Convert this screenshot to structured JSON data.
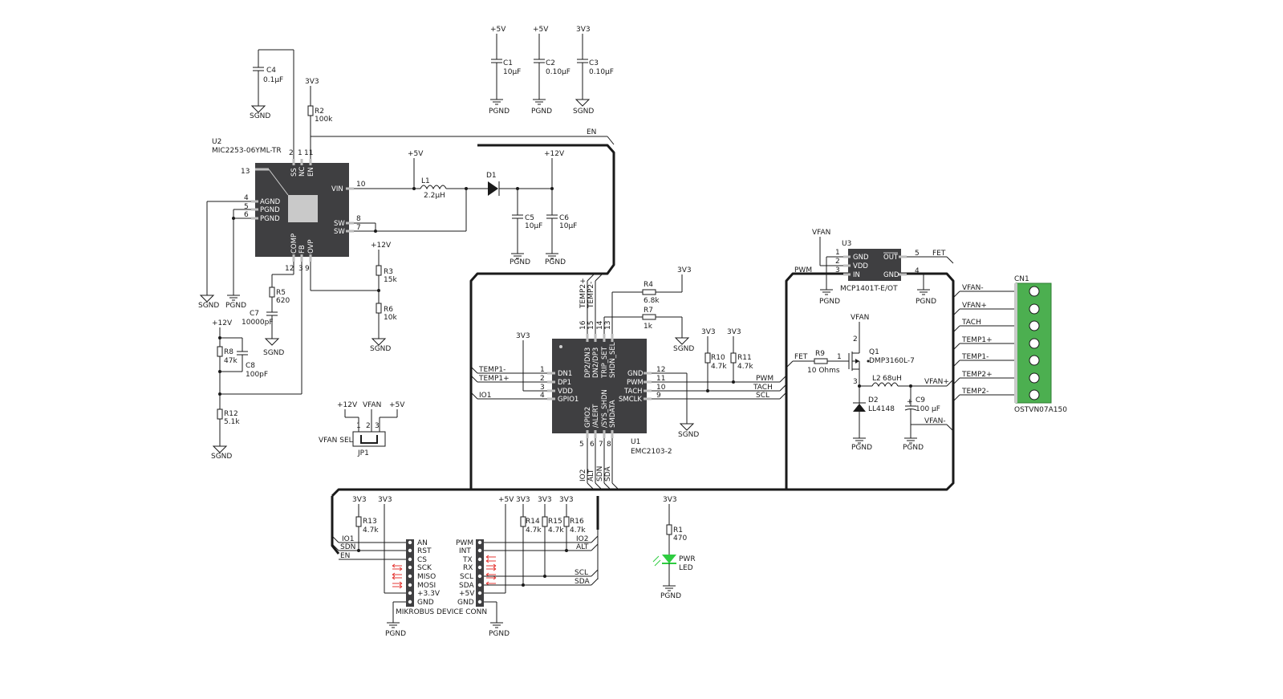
{
  "chips": {
    "u2": {
      "ref": "U2",
      "part": "MIC2253-06YML-TR",
      "pin_names": {
        "ss": "SS",
        "nc": "NC",
        "en": "EN",
        "agnd": "AGND",
        "pgnd1": "PGND",
        "pgnd2": "PGND",
        "vin": "VIN",
        "sw1": "SW",
        "sw2": "SW",
        "comp": "COMP",
        "fb": "FB",
        "ovp": "OVP"
      },
      "pin_nums": {
        "ss": "2",
        "nc": "1",
        "en": "11",
        "p13": "13",
        "agnd": "4",
        "pgnd1": "5",
        "pgnd2": "6",
        "vin": "10",
        "sw1": "8",
        "sw2": "7",
        "comp": "12",
        "fb": "3",
        "ovp": "9"
      }
    },
    "u1": {
      "ref": "U1",
      "part": "EMC2103-2",
      "pin_names": {
        "dn1": "DN1",
        "dp1": "DP1",
        "vdd": "VDD",
        "gpio1": "GPIO1",
        "gnd": "GND",
        "pwm": "PWM",
        "tach": "TACH",
        "smclk": "SMCLK",
        "dp2": "DP2/DN3",
        "dn2": "DN2/DP3",
        "trip": "TRIP_SET",
        "shdn": "SHDN_SEL",
        "gpio2": "GPIO2",
        "alert": "/ALERT",
        "sys": "/SYS_SHDN",
        "smdata": "SMDATA"
      },
      "pin_nums": {
        "p1": "1",
        "p2": "2",
        "p3": "3",
        "p4": "4",
        "p12": "12",
        "p11": "11",
        "p10": "10",
        "p9": "9",
        "p16": "16",
        "p15": "15",
        "p14": "14",
        "p13": "13",
        "p5": "5",
        "p6": "6",
        "p7": "7",
        "p8": "8"
      }
    },
    "u3": {
      "ref": "U3",
      "part": "MCP1401T-E/OT",
      "pin_names": {
        "gnd": "GND",
        "vdd": "VDD",
        "in": "IN",
        "out": "OUT",
        "gnd2": "GND"
      },
      "pin_nums": {
        "p1": "1",
        "p2": "2",
        "p3": "3",
        "p5": "5",
        "p4": "4"
      }
    }
  },
  "components": {
    "c1": {
      "ref": "C1",
      "val": "10µF"
    },
    "c2": {
      "ref": "C2",
      "val": "0.10µF"
    },
    "c3": {
      "ref": "C3",
      "val": "0.10µF"
    },
    "c4": {
      "ref": "C4",
      "val": "0.1µF"
    },
    "c5": {
      "ref": "C5",
      "val": "10µF"
    },
    "c6": {
      "ref": "C6",
      "val": "10µF"
    },
    "c7": {
      "ref": "C7",
      "val": "10000pF"
    },
    "c8": {
      "ref": "C8",
      "val": "100pF"
    },
    "c9": {
      "ref": "C9",
      "val": "100 µF"
    },
    "r1": {
      "ref": "R1",
      "val": "470"
    },
    "r2": {
      "ref": "R2",
      "val": "100k"
    },
    "r3": {
      "ref": "R3",
      "val": "15k"
    },
    "r4": {
      "ref": "R4",
      "val": "6.8k"
    },
    "r5": {
      "ref": "R5",
      "val": "620"
    },
    "r6": {
      "ref": "R6",
      "val": "10k"
    },
    "r7": {
      "ref": "R7",
      "val": "1k"
    },
    "r8": {
      "ref": "R8",
      "val": "47k"
    },
    "r9": {
      "ref": "R9",
      "val": "10 Ohms"
    },
    "r10": {
      "ref": "R10",
      "val": "4.7k"
    },
    "r11": {
      "ref": "R11",
      "val": "4.7k"
    },
    "r12": {
      "ref": "R12",
      "val": "5.1k"
    },
    "r13": {
      "ref": "R13",
      "val": "4.7k"
    },
    "r14": {
      "ref": "R14",
      "val": "4.7k"
    },
    "r15": {
      "ref": "R15",
      "val": "4.7k"
    },
    "r16": {
      "ref": "R16",
      "val": "4.7k"
    },
    "l1": {
      "ref": "L1",
      "val": "2.2µH"
    },
    "l2": {
      "ref": "L2",
      "val": "68uH"
    },
    "d1": {
      "ref": "D1"
    },
    "d2": {
      "ref": "D2",
      "val": "LL4148"
    },
    "q1": {
      "ref": "Q1",
      "val": "DMP3160L-7",
      "pins": {
        "g": "1",
        "d": "2",
        "s": "3"
      }
    },
    "led": {
      "line1": "PWR",
      "line2": "LED"
    },
    "jp1": {
      "ref": "JP1",
      "title": "VFAN SEL",
      "pins": [
        "1",
        "2",
        "3"
      ]
    },
    "cn1": {
      "ref": "CN1",
      "part": "OSTVN07A150"
    }
  },
  "power": {
    "v5": "+5V",
    "v12": "+12V",
    "v33": "3V3",
    "vfan": "VFAN",
    "pgnd": "PGND",
    "sgnd": "SGND"
  },
  "nets": {
    "en": "EN",
    "pwm": "PWM",
    "fet": "FET",
    "tach": "TACH",
    "scl": "SCL",
    "sda": "SDA",
    "temp1m": "TEMP1-",
    "temp1p": "TEMP1+",
    "temp2p": "TEMP2+",
    "temp2m": "TEMP2-",
    "io1": "IO1",
    "io2": "IO2",
    "alt": "ALT",
    "sdn": "SDN",
    "vfanm": "VFAN-",
    "vfanp": "VFAN+"
  },
  "connector": {
    "terminals": [
      "VFAN-",
      "VFAN+",
      "TACH",
      "TEMP1+",
      "TEMP1-",
      "TEMP2+",
      "TEMP2-"
    ]
  },
  "mikrobus": {
    "title": "MIKROBUS DEVICE CONN",
    "left": [
      "AN",
      "RST",
      "CS",
      "SCK",
      "MISO",
      "MOSI",
      "+3.3V",
      "GND"
    ],
    "right": [
      "PWM",
      "INT",
      "TX",
      "RX",
      "SCL",
      "SDA",
      "+5V",
      "GND"
    ]
  },
  "colors": {
    "chip": "#3f3f41",
    "terminal": "#4caf50",
    "led": "#2ecc40",
    "arrow": "#e53935"
  }
}
